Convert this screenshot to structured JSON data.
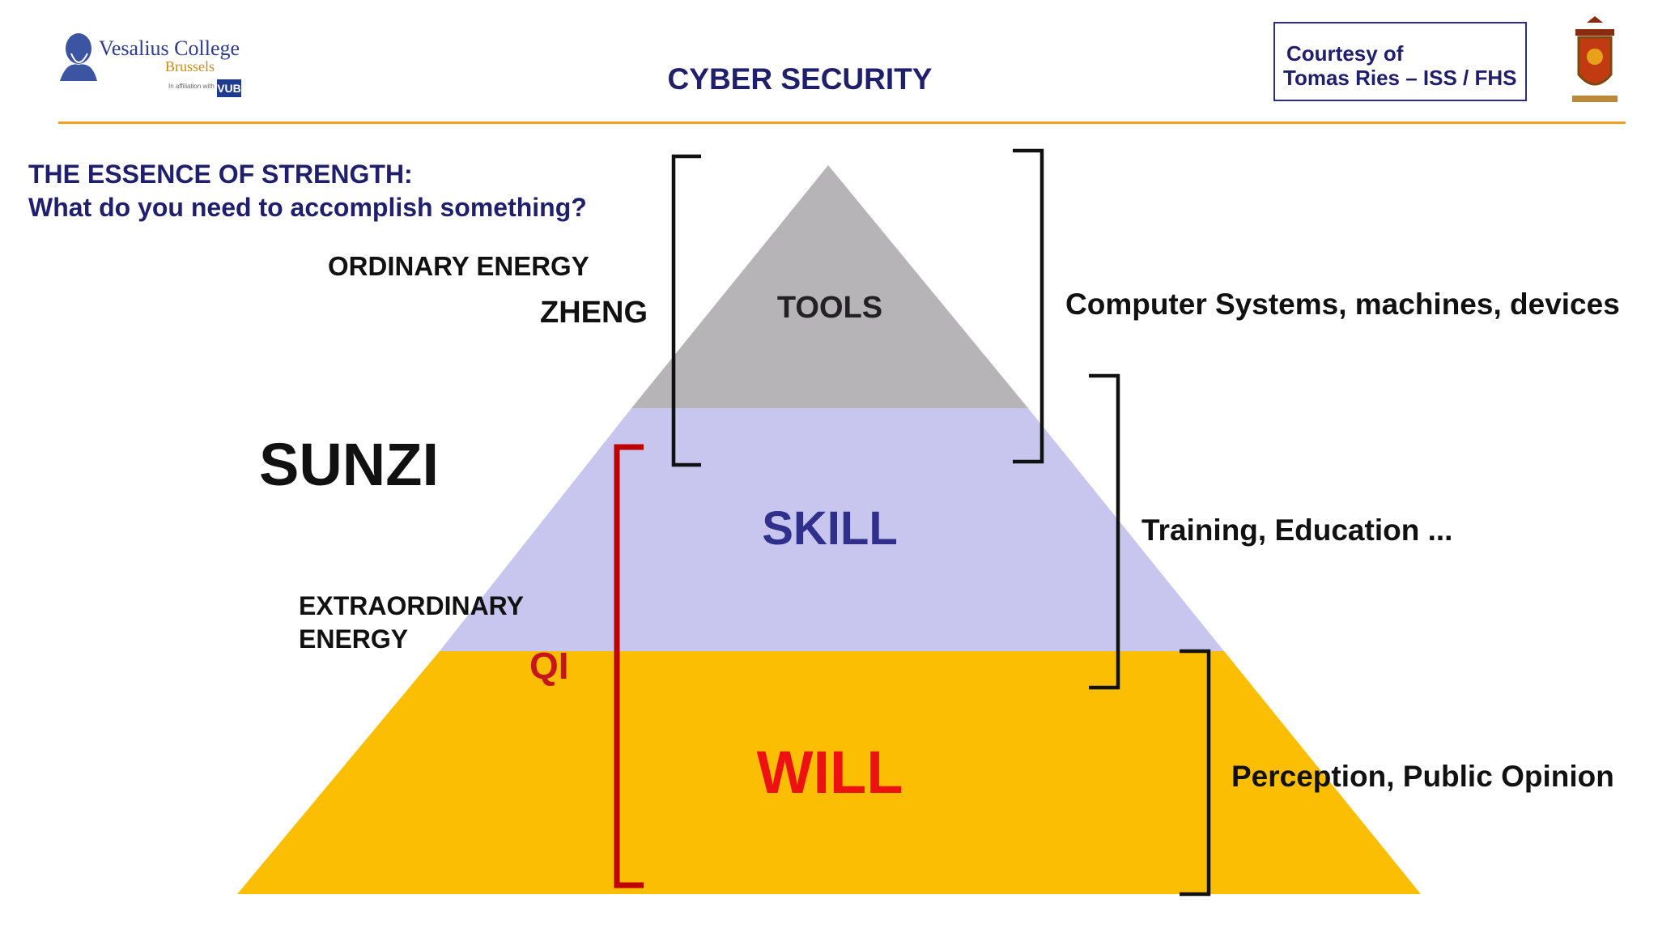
{
  "header": {
    "title": "CYBER SECURITY",
    "logo_left": {
      "name": "Vesalius College",
      "city": "Brussels",
      "affiliation": "In affiliation with",
      "badge": "VUB"
    },
    "courtesy": {
      "line1": "Courtesy of",
      "line2": "Tomas Ries – ISS / FHS"
    }
  },
  "content": {
    "heading_line1": "THE ESSENCE OF STRENGTH:",
    "heading_line2": "What do you need to accomplish something?",
    "ordinary_energy": "ORDINARY ENERGY",
    "zheng": "ZHENG",
    "sunzi": "SUNZI",
    "extraordinary_line1": "EXTRAORDINARY",
    "extraordinary_line2": "ENERGY",
    "qi": "QI"
  },
  "pyramid": {
    "levels": [
      {
        "label": "TOOLS",
        "description": "Computer Systems, machines, devices",
        "color": "#b6b4b6"
      },
      {
        "label": "SKILL",
        "description": "Training, Education ...",
        "color": "#c8c6ef"
      },
      {
        "label": "WILL",
        "description": "Perception, Public Opinion",
        "color": "#fbbe02"
      }
    ]
  },
  "colors": {
    "title_navy": "#1f1f6b",
    "header_rule": "#f4a024",
    "qi_red": "#c8151b",
    "will_red": "#ee1111",
    "skill_blue": "#30308c",
    "zheng_bracket": "#111111",
    "qi_bracket": "#c00000"
  }
}
